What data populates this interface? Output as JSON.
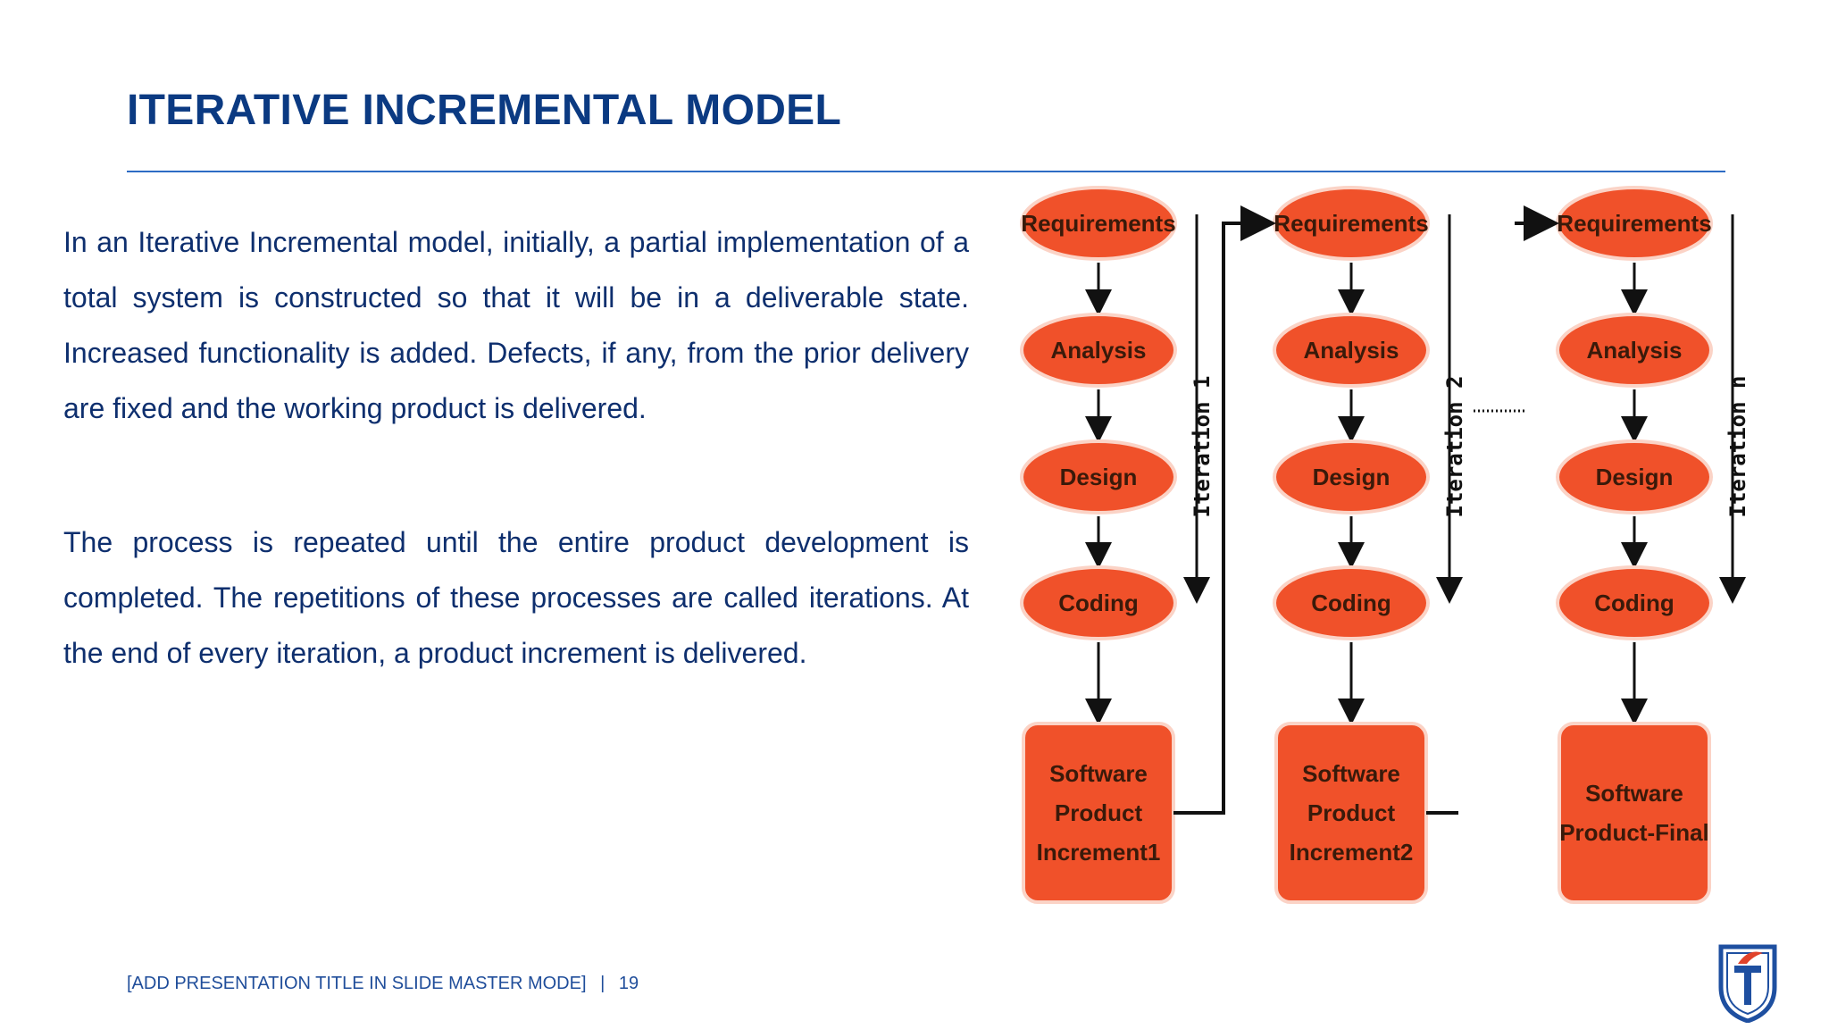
{
  "slide": {
    "title": "ITERATIVE INCREMENTAL MODEL",
    "paragraphs": [
      "In an Iterative Incremental model, initially, a partial implementation of a total system is constructed so that it will be in a deliverable state. Increased functionality is added. Defects, if any, from the prior delivery are fixed and the working product is delivered.",
      "The process is repeated until the entire product development is completed. The repetitions of these processes are called iterations. At the end of every iteration, a product increment is delivered."
    ],
    "footer": {
      "presentation_title": "[ADD PRESENTATION TITLE IN SLIDE MASTER MODE]",
      "separator": "|",
      "page_number": "19"
    }
  },
  "diagram": {
    "colors": {
      "node_fill": "#f0512a",
      "node_stroke": "#fbd3c6",
      "arrow": "#111111",
      "title": "#0b3a82",
      "text": "#0e2f6e"
    },
    "phases": [
      "Requirements",
      "Analysis",
      "Design",
      "Coding"
    ],
    "iterations": [
      {
        "label": "Iteration 1",
        "product": [
          "Software",
          "Product",
          "Increment1"
        ]
      },
      {
        "label": "Iteration 2",
        "product": [
          "Software",
          "Product",
          "Increment2"
        ]
      },
      {
        "label": "Iteration n",
        "product": [
          "Software",
          "Product-Final"
        ]
      }
    ]
  },
  "logo": {
    "icon": "university-shield-icon"
  }
}
